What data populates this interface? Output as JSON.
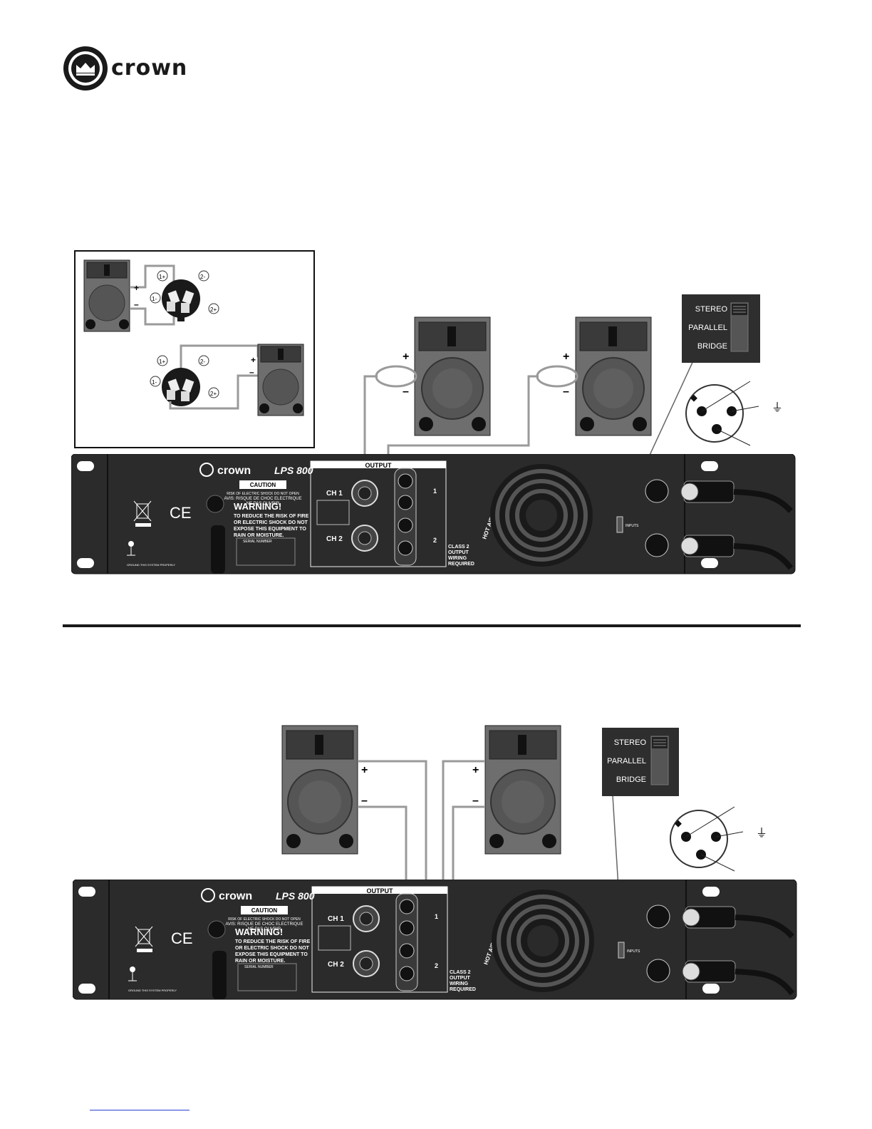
{
  "brand": {
    "name": "crown"
  },
  "amp": {
    "brand": "crown",
    "model": "LPS 800",
    "output_label": "OUTPUT",
    "ch1": "CH 1",
    "ch2": "CH 2",
    "caution": "CAUTION",
    "caution_sub": "RISK OF ELECTRIC SHOCK DO NOT OPEN",
    "avis": "AVIS: RISQUE DE CHOC ELECTRIQUE",
    "ne_pas": "NE PAS OUVRIR",
    "warning": "WARNING!",
    "warning_text": [
      "TO REDUCE THE RISK OF FIRE",
      "OR ELECTRIC SHOCK DO NOT",
      "EXPOSE THIS EQUIPMENT TO",
      "RAIN OR MOISTURE."
    ],
    "serial": "SERIAL NUMBER",
    "class2": [
      "CLASS 2",
      "OUTPUT",
      "WIRING",
      "REQUIRED"
    ],
    "exhaust": "HOT AIR EXHAUST",
    "inputs": "INPUTS",
    "ground": "GROUND THIS SYSTEM PROPERLY",
    "ce": "CE",
    "terminal_1": "1",
    "terminal_2": "2"
  },
  "mode_switch": {
    "options": [
      "STEREO",
      "PARALLEL",
      "BRIDGE"
    ]
  },
  "inset": {
    "pins_top": [
      "1+",
      "2-",
      "1-",
      "2+"
    ],
    "pins_bottom": [
      "1+",
      "2-",
      "1-",
      "2+"
    ],
    "plus": "+",
    "minus": "–"
  },
  "speaker_polarity": {
    "plus": "+",
    "minus": "–"
  },
  "xlr": {
    "ground_symbol": "⏚"
  }
}
